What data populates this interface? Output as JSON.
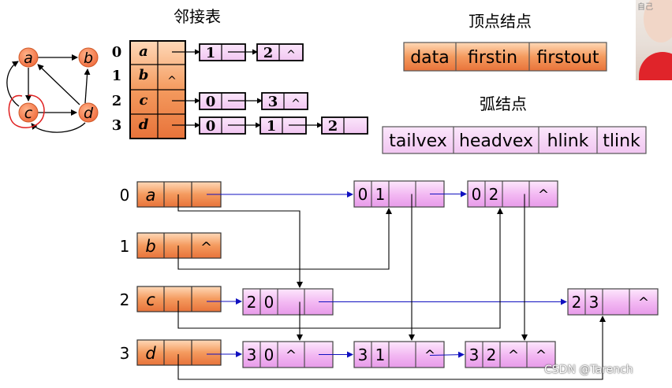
{
  "top_diagram": {
    "title": "邻接表",
    "graph_nodes": [
      "a",
      "b",
      "c",
      "d"
    ],
    "graph_edges": [
      [
        "a",
        "b"
      ],
      [
        "a",
        "c"
      ],
      [
        "c",
        "a"
      ],
      [
        "c",
        "d"
      ],
      [
        "d",
        "a"
      ],
      [
        "d",
        "b"
      ],
      [
        "d",
        "c"
      ]
    ],
    "adjacency_rows": [
      {
        "index": "0",
        "vertex": "a",
        "links": [
          "1",
          "2"
        ]
      },
      {
        "index": "1",
        "vertex": "b",
        "links": []
      },
      {
        "index": "2",
        "vertex": "c",
        "links": [
          "0",
          "3"
        ]
      },
      {
        "index": "3",
        "vertex": "d",
        "links": [
          "0",
          "1",
          "2"
        ]
      }
    ],
    "null_symbol": "^"
  },
  "vertex_node": {
    "title": "顶点结点",
    "fields": [
      "data",
      "firstin",
      "firstout"
    ]
  },
  "arc_node": {
    "title": "弧结点",
    "fields": [
      "tailvex",
      "headvex",
      "hlink",
      "tlink"
    ]
  },
  "orthogonal_list": {
    "vertices": [
      {
        "index": "0",
        "vertex": "a"
      },
      {
        "index": "1",
        "vertex": "b"
      },
      {
        "index": "2",
        "vertex": "c"
      },
      {
        "index": "3",
        "vertex": "d"
      }
    ],
    "arcs": [
      {
        "id": "a01",
        "tail": "0",
        "head": "1"
      },
      {
        "id": "a02",
        "tail": "0",
        "head": "2"
      },
      {
        "id": "a20",
        "tail": "2",
        "head": "0"
      },
      {
        "id": "a23",
        "tail": "2",
        "head": "3"
      },
      {
        "id": "a30",
        "tail": "3",
        "head": "0"
      },
      {
        "id": "a31",
        "tail": "3",
        "head": "1"
      },
      {
        "id": "a32",
        "tail": "3",
        "head": "2"
      }
    ],
    "null_symbol": "^"
  },
  "watermark": "CSDN @Tarench",
  "photo_overlay_text": "自己"
}
